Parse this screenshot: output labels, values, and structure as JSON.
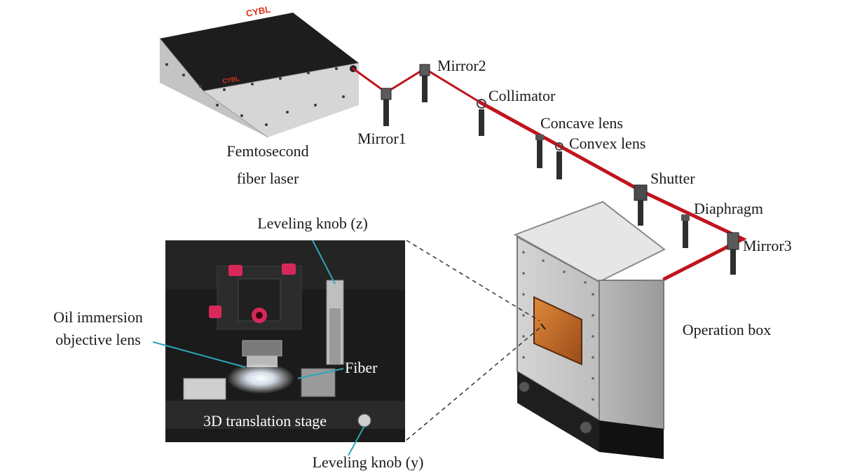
{
  "labels": {
    "laser_line1": "Femtosecond",
    "laser_line2": "fiber laser",
    "mirror1": "Mirror1",
    "mirror2": "Mirror2",
    "collimator": "Collimator",
    "concave": "Concave lens",
    "convex": "Convex lens",
    "shutter": "Shutter",
    "diaphragm": "Diaphragm",
    "mirror3": "Mirror3",
    "operation_box": "Operation box",
    "leveling_z": "Leveling knob (z)",
    "leveling_y": "Leveling knob (y)",
    "objective_line1": "Oil immersion",
    "objective_line2": "objective lens",
    "fiber": "Fiber",
    "stage": "3D translation stage"
  },
  "laser_brand": {
    "logo": "CYBL"
  },
  "colors": {
    "beam": "#c0141c",
    "laser_top": "#1c1c1c",
    "laser_side": "#cfcfcf",
    "box_body": "#c8c8c8",
    "window": "#c86a2a",
    "callout": "#2aa7b8",
    "knob": "#d8285a"
  }
}
